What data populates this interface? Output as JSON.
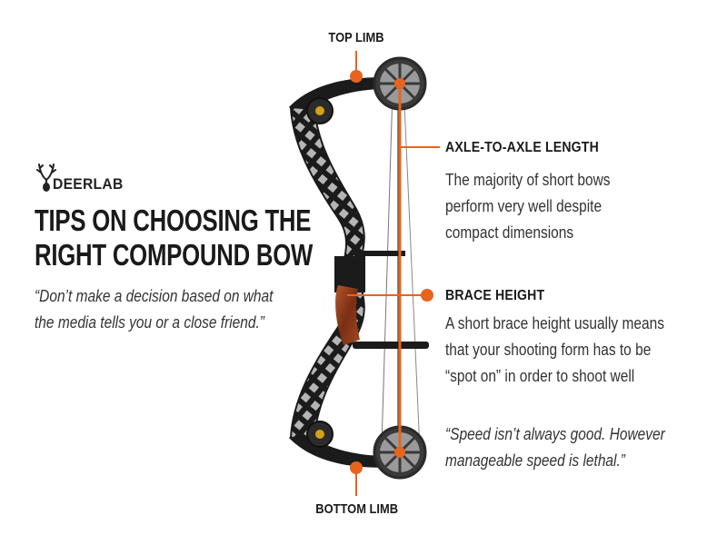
{
  "brand": {
    "name": "DEERLAB"
  },
  "headline": {
    "line1": "TIPS ON CHOOSING THE",
    "line2": "RIGHT COMPOUND BOW"
  },
  "quotes": {
    "left": {
      "line1": "“Don’t make a decision based on what",
      "line2": "the media tells you or a close friend.”"
    },
    "right": {
      "line1": "“Speed isn’t always good. However",
      "line2": "manageable speed is lethal.”"
    }
  },
  "labels": {
    "top_limb": "TOP LIMB",
    "bottom_limb": "BOTTOM LIMB"
  },
  "callouts": {
    "axle": {
      "title": "AXLE-TO-AXLE LENGTH",
      "line1": "The majority of short bows",
      "line2": "perform very well despite",
      "line3": "compact dimensions"
    },
    "brace": {
      "title": "BRACE HEIGHT",
      "line1": "A short brace height usually means",
      "line2": "that your shooting form has to be",
      "line3": "“spot on” in order to shoot well"
    }
  },
  "colors": {
    "accent": "#e8641e",
    "bow": "#1b1b1b",
    "riser_pattern": "#9a9a9a",
    "grip": "#8a3a1c"
  }
}
